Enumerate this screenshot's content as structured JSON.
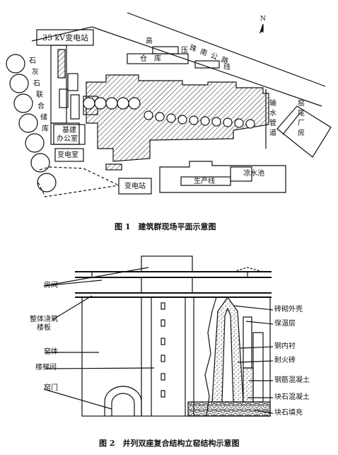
{
  "figure1": {
    "caption": "图 1　建筑群现场平面示意图",
    "north": "N",
    "substation_35kv": "35 kV变电站",
    "road_high_chars": [
      "高",
      "压",
      "线"
    ],
    "road_name": "珠南公路",
    "warehouse": "仓　库",
    "limestone_yard_chars": [
      "石",
      "灰",
      "石",
      "联",
      "合",
      "储",
      "库"
    ],
    "office_line1": "基建",
    "office_line2": "办公室",
    "substation_room": "变电室",
    "substation_small": "变电站",
    "water_pipe_chars": [
      "输",
      "水",
      "管",
      "道"
    ],
    "kiln_tail_chars": [
      "窑",
      "尾",
      "厂",
      "房"
    ],
    "cooling_pool": "凉水池",
    "production_line": "生产线"
  },
  "figure2": {
    "caption": "图 2　并列双座复合结构立窑结构示意图",
    "left_labels": {
      "room": "房间",
      "floor_slab_line1": "整体浇筑",
      "floor_slab_line2": "楼板",
      "kiln_body": "窑体",
      "stairwell": "楼梯间",
      "kiln_door": "窑门"
    },
    "right_labels": {
      "brick_shell": "砖砌外壳",
      "insulation": "保温层",
      "steel_lining": "钢内衬",
      "refractory_brick": "耐火砖",
      "rc_concrete": "钢筋混凝土",
      "rubble_concrete": "块石混凝土",
      "rubble_fill": "块石填充"
    }
  }
}
